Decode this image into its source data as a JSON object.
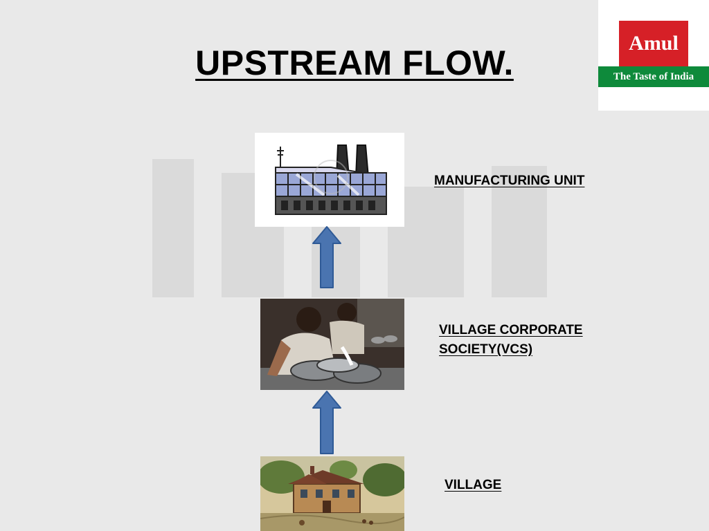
{
  "slide": {
    "title": "UPSTREAM FLOW."
  },
  "logo": {
    "brand": "Amul",
    "tagline": "The Taste of India"
  },
  "flow": {
    "levels": [
      {
        "label": "MANUFACTURING UNIT",
        "image_icon": "factory-icon"
      },
      {
        "label_line1": "VILLAGE CORPORATE",
        "label_line2": "SOCIETY(VCS)",
        "image_icon": "milk-collection-photo"
      },
      {
        "label": "VILLAGE",
        "image_icon": "village-house-illustration"
      }
    ],
    "arrow_direction": "up"
  },
  "colors": {
    "background": "#e9e9e9",
    "arrow_fill": "#4a74b0",
    "arrow_stroke": "#2f5a96",
    "logo_red": "#d62027",
    "logo_green": "#0e8a3b"
  }
}
